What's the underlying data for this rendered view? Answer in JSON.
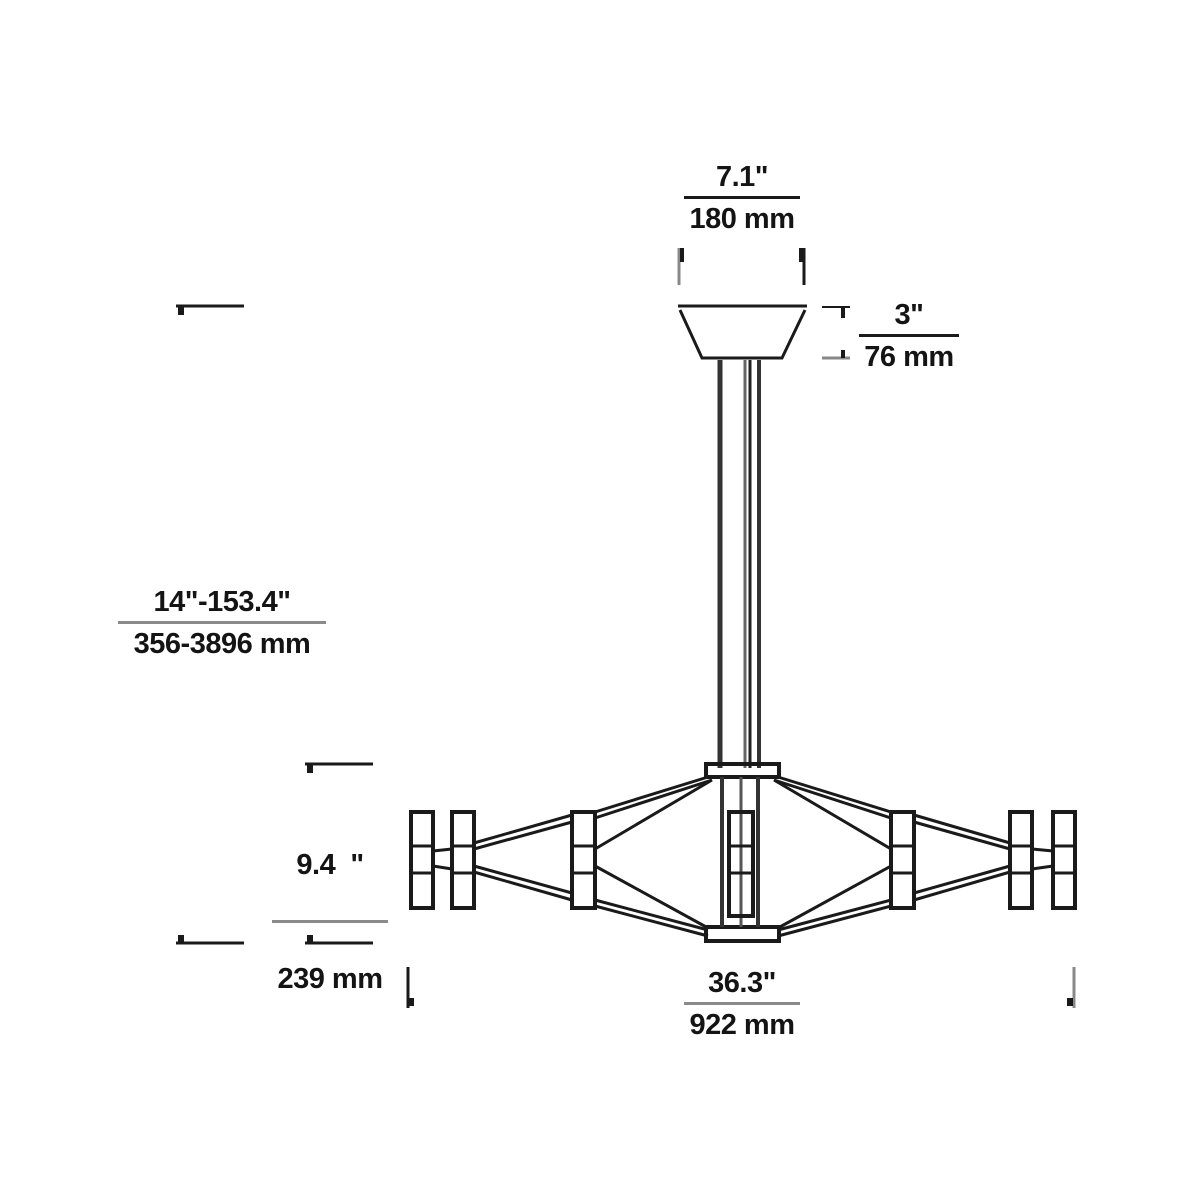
{
  "drawing": {
    "subject": "Linear chandelier dimension drawing",
    "line_color": "#1a1a1a",
    "divider_color_dark": "#1a1a1a",
    "divider_color_gray": "#8a8a8a"
  },
  "dimensions": {
    "canopy_width": {
      "imperial": "7.1\"",
      "metric": "180 mm"
    },
    "canopy_height": {
      "imperial": "3\"",
      "metric": "76 mm"
    },
    "overall_height": {
      "imperial": "14\"-153.4\"",
      "metric": "356-3896 mm"
    },
    "fixture_height": {
      "imperial": "9.4  \"",
      "metric": "239 mm"
    },
    "fixture_width": {
      "imperial": "36.3\"",
      "metric": "922 mm"
    }
  }
}
